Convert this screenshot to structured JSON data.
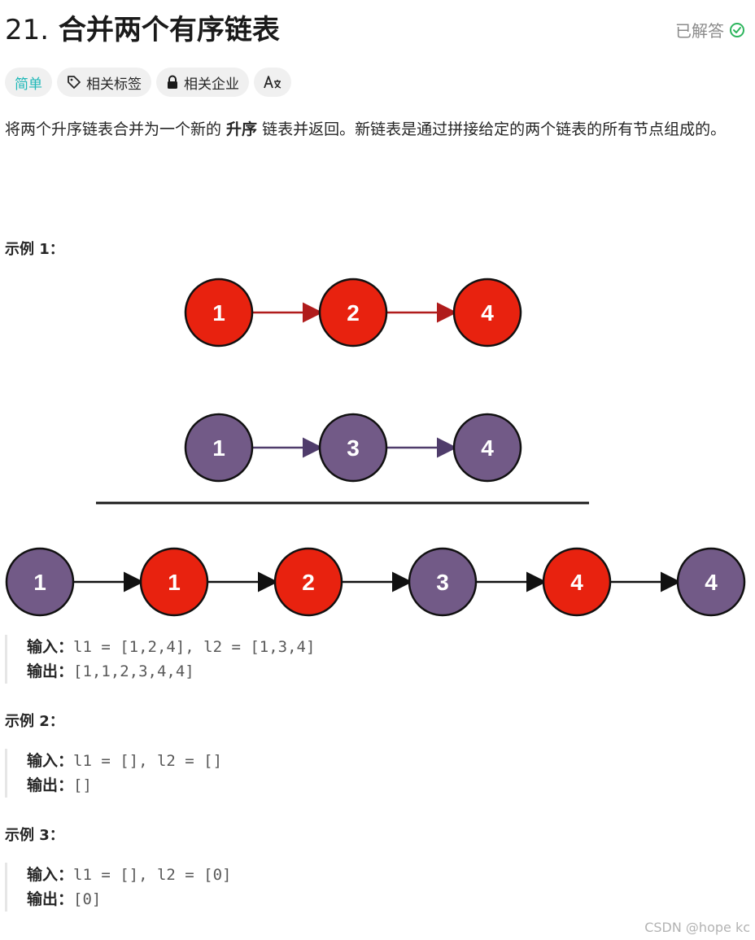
{
  "problem": {
    "number": "21.",
    "title": "合并两个有序链表",
    "status": "已解答"
  },
  "tags": {
    "difficulty": "简单",
    "related_tags": "相关标签",
    "related_companies": "相关企业",
    "translate_icon_text": "A文"
  },
  "description": {
    "part1": "将两个升序链表合并为一个新的 ",
    "bold": "升序",
    "part2": " 链表并返回。新链表是通过拼接给定的两个链表的所有节点组成的。"
  },
  "diagram": {
    "list1": [
      "1",
      "2",
      "4"
    ],
    "list2": [
      "1",
      "3",
      "4"
    ],
    "merged": [
      "1",
      "1",
      "2",
      "3",
      "4",
      "4"
    ],
    "merged_colors": [
      "purple",
      "red",
      "red",
      "purple",
      "red",
      "purple"
    ],
    "colors": {
      "red": "#e8220f",
      "purple": "#725a87",
      "red_arrow": "#b01c1c",
      "purple_arrow": "#4f3c6b"
    }
  },
  "examples": [
    {
      "title": "示例 1：",
      "input_label": "输入：",
      "input": "l1 = [1,2,4], l2 = [1,3,4]",
      "output_label": "输出：",
      "output": "[1,1,2,3,4,4]"
    },
    {
      "title": "示例 2：",
      "input_label": "输入：",
      "input": "l1 = [], l2 = []",
      "output_label": "输出：",
      "output": "[]"
    },
    {
      "title": "示例 3：",
      "input_label": "输入：",
      "input": "l1 = [], l2 = [0]",
      "output_label": "输出：",
      "output": "[0]"
    }
  ],
  "watermark": "CSDN @hope kc"
}
